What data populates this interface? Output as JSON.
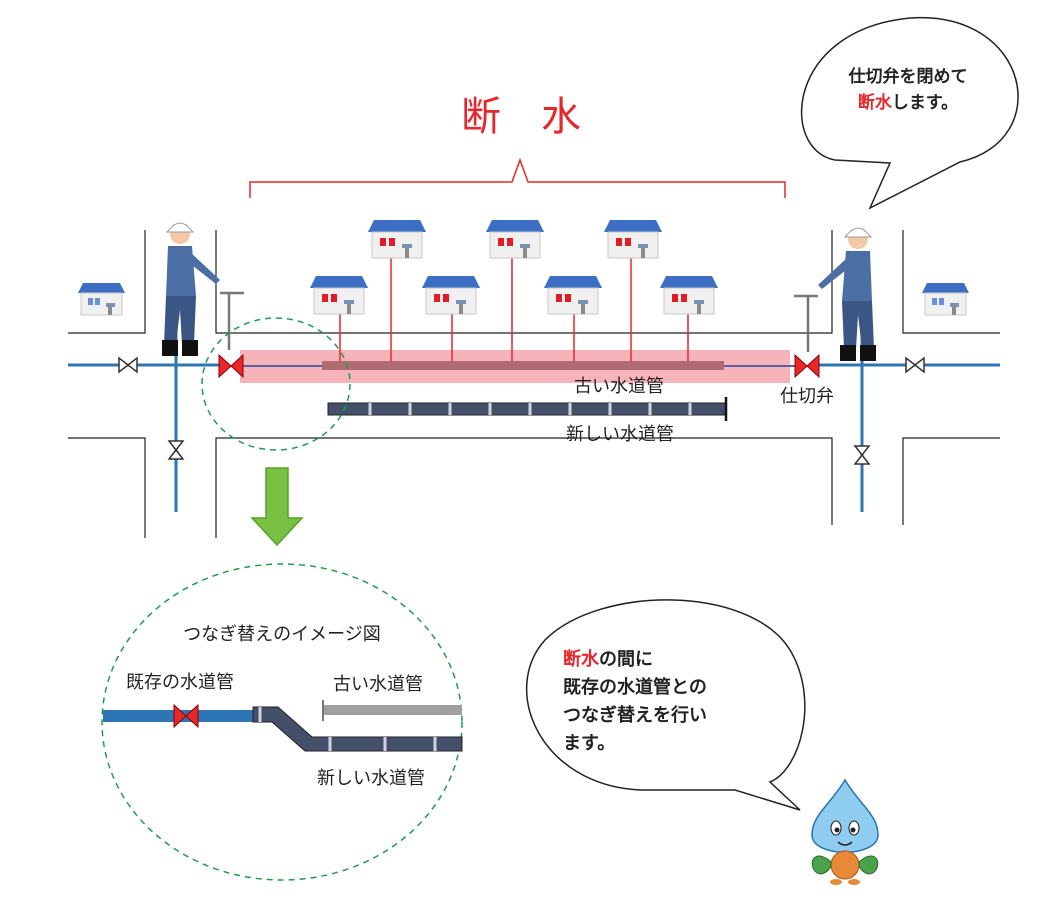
{
  "title": "断　水",
  "top_bubble": {
    "line1": "仕切弁を閉めて",
    "line2_red": "断水",
    "line2_rest": "します。"
  },
  "labels": {
    "old_pipe": "古い水道管",
    "new_pipe": "新しい水道管",
    "valve": "仕切弁"
  },
  "detail": {
    "title": "つなぎ替えのイメージ図",
    "existing_pipe": "既存の水道管",
    "old_pipe": "古い水道管",
    "new_pipe": "新しい水道管"
  },
  "bottom_bubble": {
    "line1_red": "断水",
    "line1_rest": "の間に",
    "line2": "既存の水道管との",
    "line3": "つなぎ替えを行い",
    "line4": "ます。"
  },
  "colors": {
    "title_red": "#e8262b",
    "existing_pipe_blue": "#2e75b6",
    "valve_red": "#e8262b",
    "shutoff_zone_pink": "#f4a6ad",
    "old_pipe_grey": "#a0a0a0",
    "dashed_green": "#1d9e4a",
    "arrow_green": "#7ac143"
  },
  "icons": [
    "worker-icon",
    "house-icon",
    "valve-icon",
    "water-drop-mascot-icon",
    "down-arrow-icon"
  ]
}
